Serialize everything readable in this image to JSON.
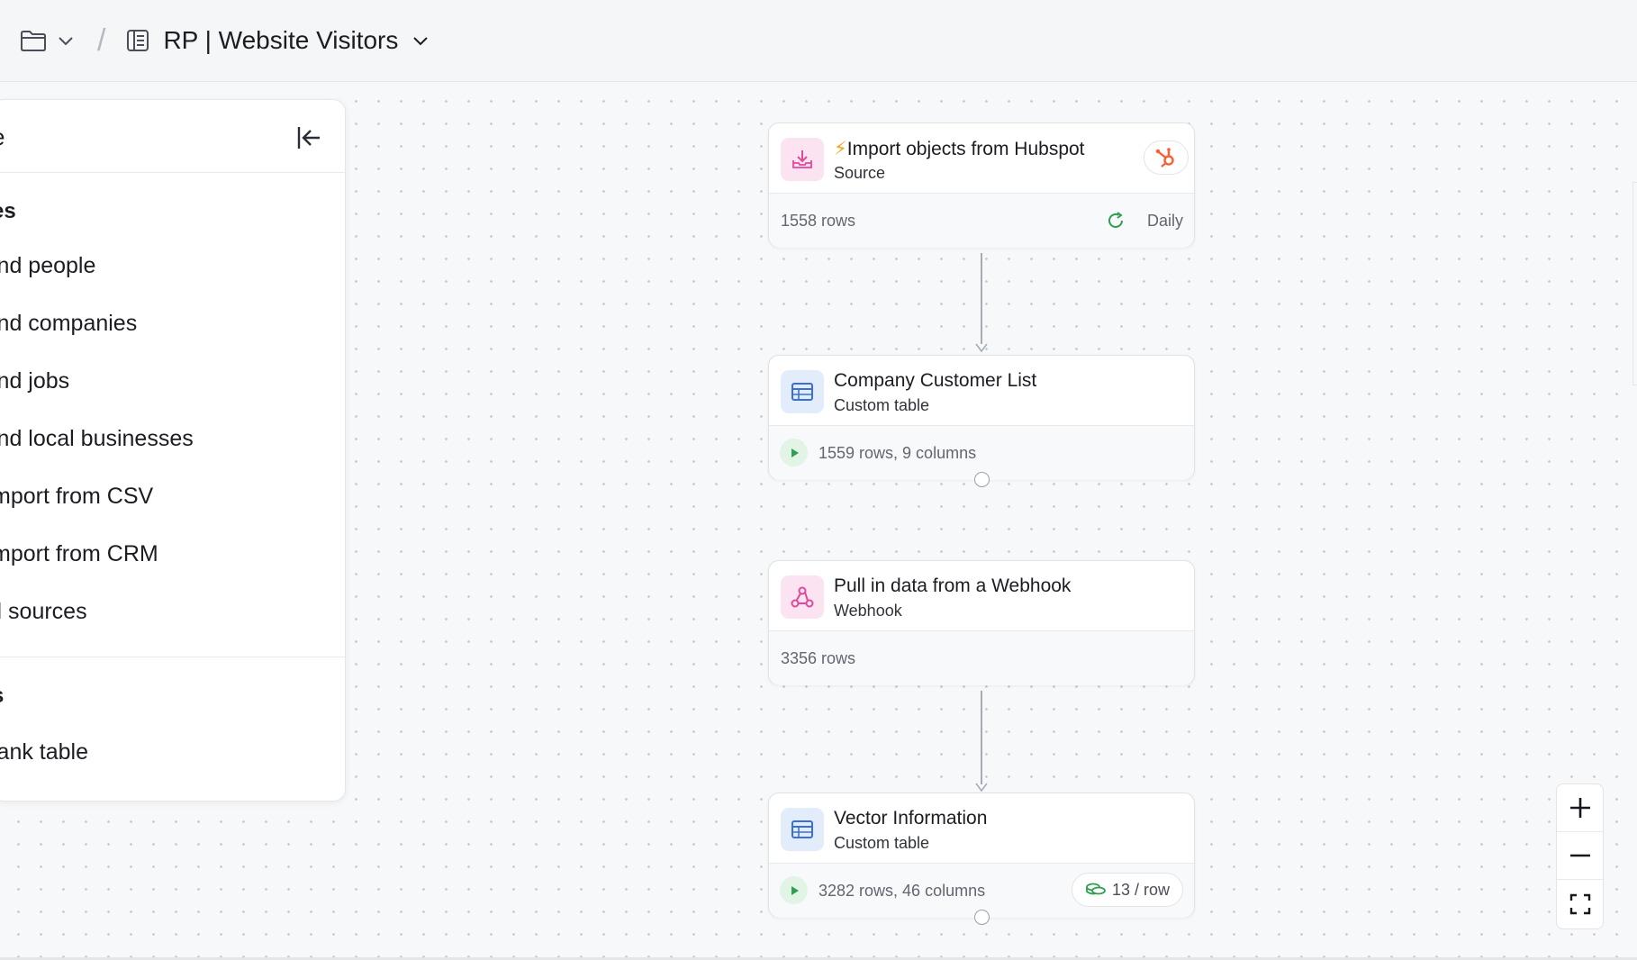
{
  "header": {
    "page_title": "RP | Website Visitors",
    "separator": "/"
  },
  "panel": {
    "title_fragment": "e",
    "section1_title": "es",
    "items": [
      {
        "label": "ind people"
      },
      {
        "label": "ind companies"
      },
      {
        "label": "ind jobs"
      },
      {
        "label": "ind local businesses"
      },
      {
        "label": "mport from CSV"
      },
      {
        "label": "mport from CRM"
      },
      {
        "label": "ll sources"
      }
    ],
    "section2_title": "s",
    "section2_items": [
      {
        "label": "lank table"
      }
    ]
  },
  "nodes": [
    {
      "title": "Import objects from Hubspot",
      "title_prefix": "⚡",
      "subtitle": "Source",
      "stat": "1558 rows",
      "schedule": "Daily",
      "icon": "import-icon",
      "badge_icon": "hubspot-icon"
    },
    {
      "title": "Company Customer List",
      "subtitle": "Custom table",
      "stat": "1559 rows, 9 columns",
      "icon": "table-icon"
    },
    {
      "title": "Pull in data from a Webhook",
      "subtitle": "Webhook",
      "stat": "3356 rows",
      "icon": "webhook-icon"
    },
    {
      "title": "Vector Information",
      "subtitle": "Custom table",
      "stat": "3282 rows, 46 columns",
      "credits": "13 / row",
      "icon": "table-icon"
    }
  ],
  "colors": {
    "accent_pink": "#e0499b",
    "accent_blue": "#3b6fd8",
    "success_green": "#2ea04f",
    "hubspot_orange": "#ff5c35"
  }
}
